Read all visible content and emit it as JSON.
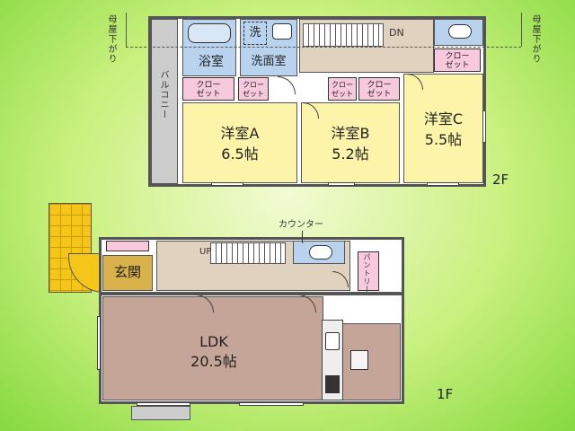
{
  "second_floor": {
    "floor_label": "2F",
    "rooms": {
      "bath": "浴室",
      "wash_symbol": "洗",
      "washroom": "洗面室",
      "balcony": "バルコニー",
      "room_a": {
        "name": "洋室A",
        "size": "6.5帖"
      },
      "room_b": {
        "name": "洋室B",
        "size": "5.2帖"
      },
      "room_c": {
        "name": "洋室C",
        "size": "5.5帖"
      }
    },
    "closet": [
      "クロー",
      "ゼット"
    ],
    "stair_dn": "DN",
    "roof_note": "母屋下がり"
  },
  "first_floor": {
    "floor_label": "1F",
    "entrance": "玄関",
    "ldk": {
      "name": "LDK",
      "size": "20.5帖"
    },
    "pantry": "パントリー",
    "counter": "カウンター",
    "stair_up": "UP"
  },
  "colors": {
    "bedroom": "#fcf4a8",
    "closet": "#f8c8dc",
    "wet_area": "#b9d3ee",
    "corridor": "#e0d2bf",
    "ldk": "#c4a597",
    "entrance_tile": "#f5c518",
    "balcony": "#cccccc"
  }
}
